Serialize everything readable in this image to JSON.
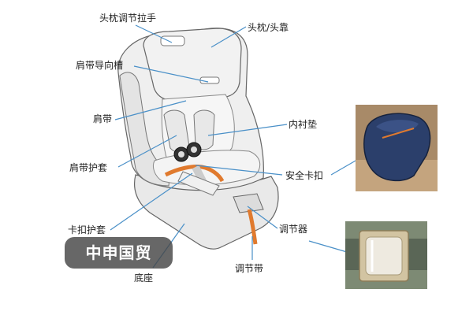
{
  "labels": {
    "headrest_adjust_handle": "头枕调节拉手",
    "headrest": "头枕/头靠",
    "shoulder_strap_guide": "肩带导向槽",
    "shoulder_strap": "肩带",
    "inner_cushion": "内衬垫",
    "shoulder_pad": "肩带护套",
    "safety_buckle": "安全卡扣",
    "buckle_cover": "卡扣护套",
    "adjuster": "调节器",
    "base": "底座",
    "adjust_strap": "调节带"
  },
  "watermark": "中申国贸",
  "colors": {
    "line": "#4a90c8",
    "strap": "#e07a2e",
    "seat_fill": "#eeeeee",
    "outline": "#666666",
    "watermark_bg": "#464646"
  }
}
